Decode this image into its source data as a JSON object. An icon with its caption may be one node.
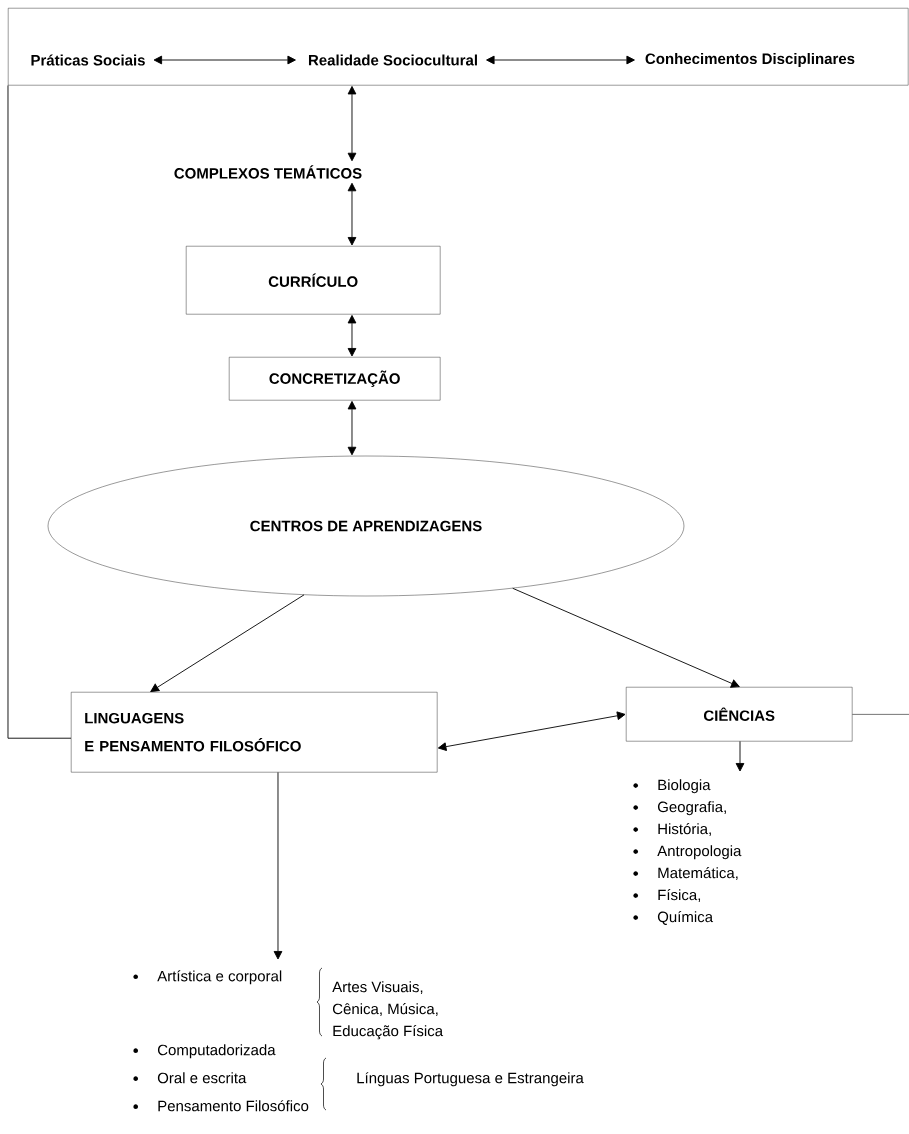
{
  "diagram": {
    "nodes": [
      {
        "text": [],
        "shape": "box"
      },
      {
        "text": [
          "Práticas Sociais"
        ],
        "in": 0
      },
      {
        "text": [
          "Realidade Sociocultural"
        ],
        "in": 0
      },
      {
        "text": [
          "Conhecimentos Disciplinares"
        ],
        "in": 0
      },
      {
        "text": [
          "COMPLEXOS TEMÁTICOS"
        ]
      },
      {
        "text": [
          "CURRÍCULO"
        ]
      },
      {
        "text": [
          "CONCRETIZAÇÃO"
        ]
      },
      {
        "text": [
          "CENTROS DE APRENDIZAGENS"
        ]
      },
      {
        "text": [
          "LINGUAGENS",
          "E PENSAMENTO FILOSÓFICO"
        ]
      },
      {
        "text": [
          "CIÊNCIAS"
        ]
      },
      {
        "text": [
          "Biologia",
          "Geografia,",
          "História,",
          "Antropologia",
          "Matemática,",
          "Física,",
          "Química"
        ]
      },
      {
        "text": [
          "Artística e corporal",
          "Artes Visuais, Cênica, Música, Educação Física",
          "Computadorizada",
          "Oral e escrita",
          "Línguas Portuguesa e Estrangeira",
          "Pensamento Filosófico"
        ]
      }
    ],
    "edges": [
      {
        "from": 1,
        "to": 2,
        "arrow": "both"
      },
      {
        "from": 2,
        "to": 3,
        "arrow": "both"
      },
      {
        "from": 0,
        "to": 4,
        "arrow": "both"
      },
      {
        "from": 4,
        "to": 5,
        "arrow": "both"
      },
      {
        "from": 5,
        "to": 6,
        "arrow": "both"
      },
      {
        "from": 6,
        "to": 7,
        "arrow": "both"
      },
      {
        "from": 7,
        "to": 8,
        "arrow": "to"
      },
      {
        "from": 7,
        "to": 9,
        "arrow": "to"
      },
      {
        "from": 8,
        "to": 9,
        "arrow": "both"
      },
      {
        "from": 9,
        "to": 10,
        "arrow": "to"
      },
      {
        "from": 8,
        "to": 11,
        "arrow": "to"
      },
      {
        "from": 0,
        "to": 8,
        "arrow": "none"
      },
      {
        "from": 9,
        "to": null,
        "arrow": "none"
      }
    ]
  }
}
